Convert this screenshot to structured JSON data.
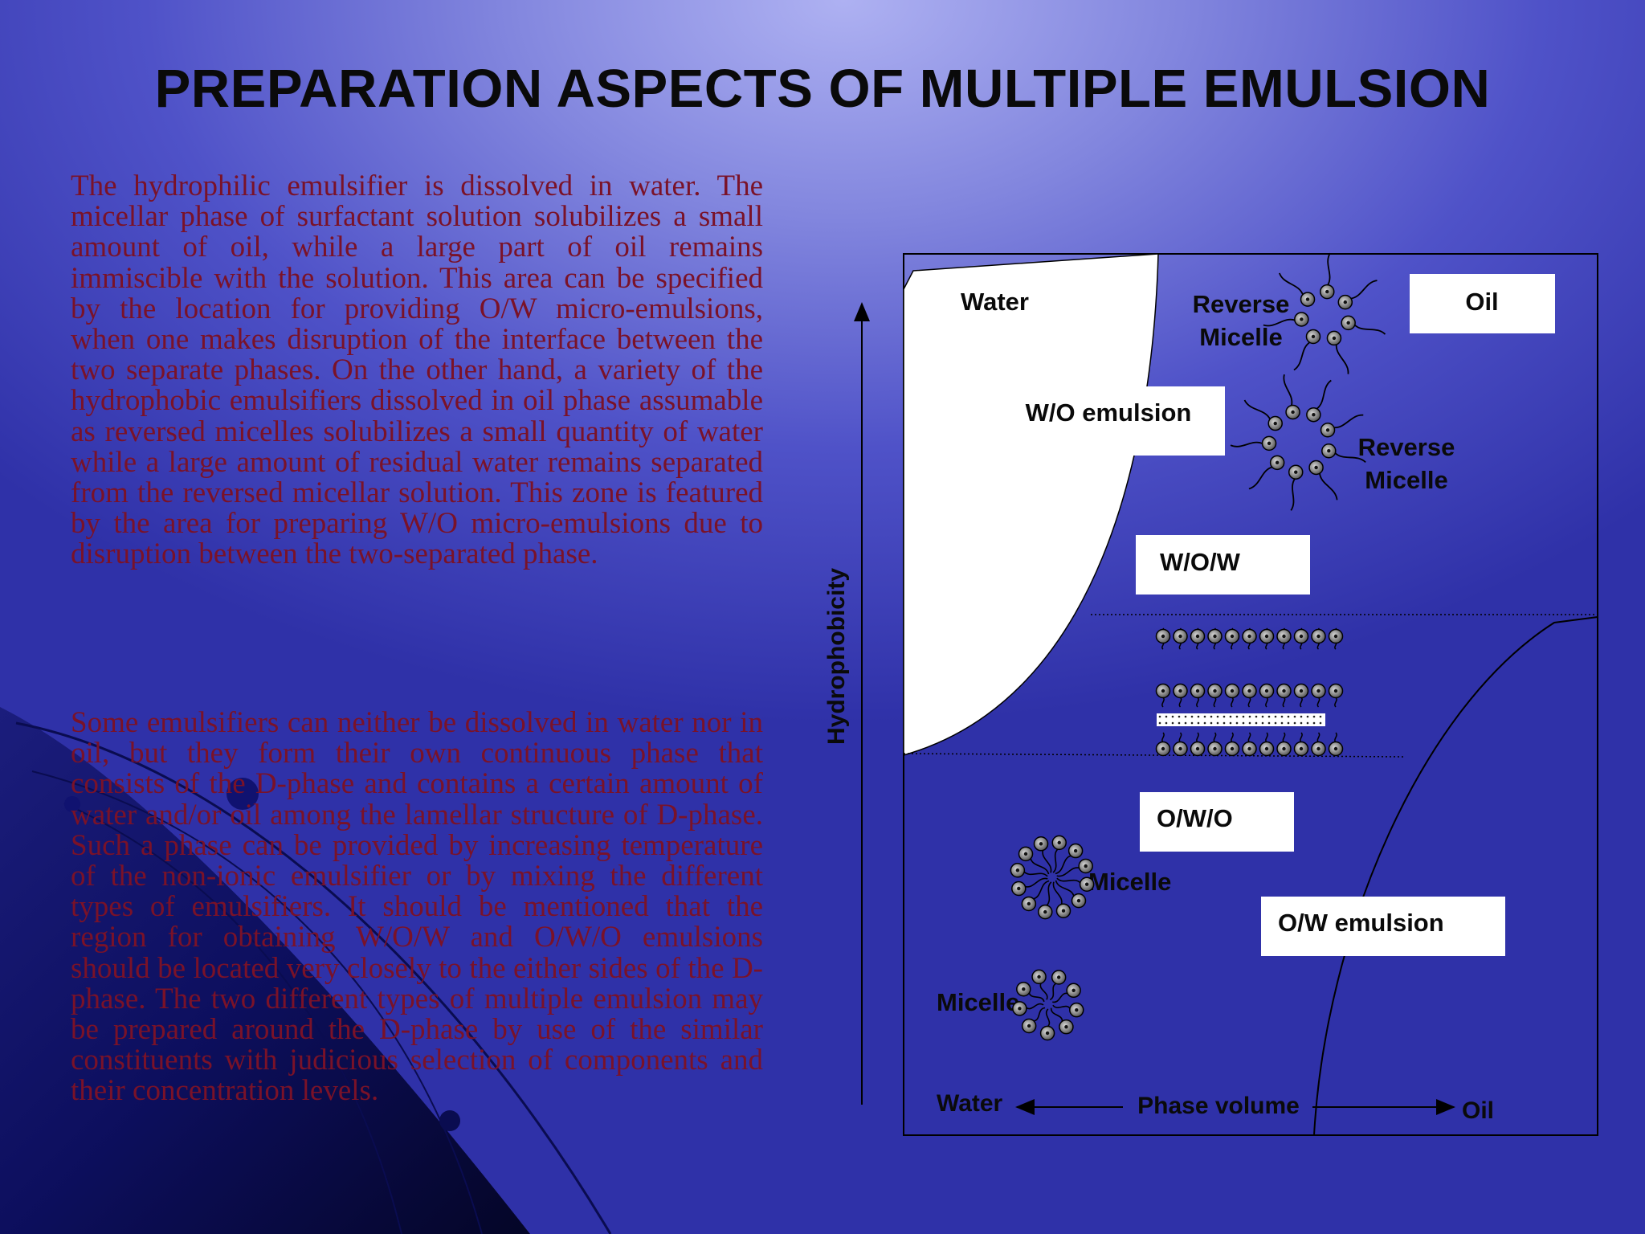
{
  "slide": {
    "title": "PREPARATION ASPECTS OF MULTIPLE EMULSION",
    "paragraph_1": "The hydrophilic emulsifier is dissolved in water. The micellar phase of surfactant solution solubilizes a small amount of oil, while a large part of oil remains immiscible with the solution. This area can be specified by the location for providing O/W micro-emulsions, when one makes disruption of the interface between the two separate phases. On the other hand, a variety of the hydrophobic emulsifiers dissolved in oil phase assumable as reversed micelles solubilizes a small quantity of water while a large amount of residual water remains separated from the reversed micellar solution. This zone is featured by the area for preparing W/O micro-emulsions due to disruption between the two-separated phase.",
    "paragraph_2": "Some emulsifiers can neither be dissolved in water nor in oil, but they form their own continuous phase that consists of the D-phase and contains a certain amount of water and/or oil among the lamellar structure of D-phase. Such a phase can be provided by increasing temperature of the non-ionic emulsifier or by mixing the different types of emulsifiers. It should be mentioned that the region for obtaining W/O/W and O/W/O emulsions should be located very closely to the either sides of the D-phase. The two different types of multiple emulsion may be prepared around the D-phase by use of the similar constituents with judicious selection of components and their concentration levels."
  },
  "diagram": {
    "y_axis_label": "Hydrophobicity",
    "x_axis_label": "Phase volume",
    "x_left_label": "Water",
    "x_right_label": "Oil",
    "labels": {
      "water_region": "Water",
      "oil_box": "Oil",
      "reverse_micelle_1_line1": "Reverse",
      "reverse_micelle_1_line2": "Micelle",
      "reverse_micelle_2_line1": "Reverse",
      "reverse_micelle_2_line2": "Micelle",
      "wo_emulsion": "W/O emulsion",
      "wow": "W/O/W",
      "owo": "O/W/O",
      "micelle_1": "Micelle",
      "micelle_2": "Micelle",
      "ow_emulsion": "O/W emulsion"
    }
  },
  "colors": {
    "text_body": "#7a1228",
    "title": "#0a0a0a",
    "background_light": "#aeb1f2",
    "background_dark": "#2f31a8"
  }
}
